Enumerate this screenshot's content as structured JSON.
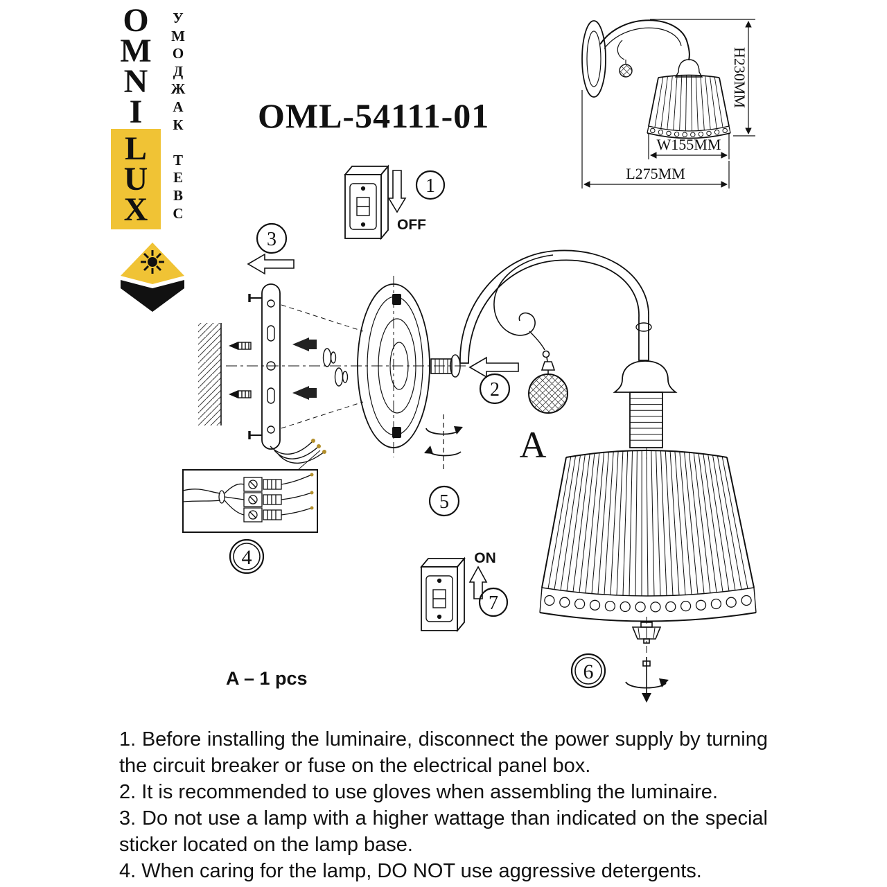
{
  "header": {
    "model": "OML-54111-01",
    "brand": {
      "name_top": "OMNI",
      "name_bottom": "LUX",
      "tagline": "СВЕТ КАЖДОМУ"
    }
  },
  "dimensions": {
    "height": "H230MM",
    "width": "W155MM",
    "length": "L275MM"
  },
  "switches": {
    "off": "OFF",
    "on": "ON"
  },
  "steps": [
    "1",
    "2",
    "3",
    "4",
    "5",
    "6",
    "7"
  ],
  "part_label": "A",
  "pcs_label": "A – 1 pcs",
  "instructions": [
    "1. Before installing the luminaire, disconnect the power supply by turning the circuit breaker or fuse on the electrical panel box.",
    "2. It is recommended to use gloves when assembling the luminaire.",
    "3. Do not use a lamp with a higher wattage than indicated on the special sticker located on the lamp base.",
    "4. When caring for the lamp, DO NOT use aggressive detergents."
  ],
  "colors": {
    "brand_yellow": "#f0c335",
    "ink": "#111111",
    "wire_tip_gold": "#b38f2b"
  }
}
